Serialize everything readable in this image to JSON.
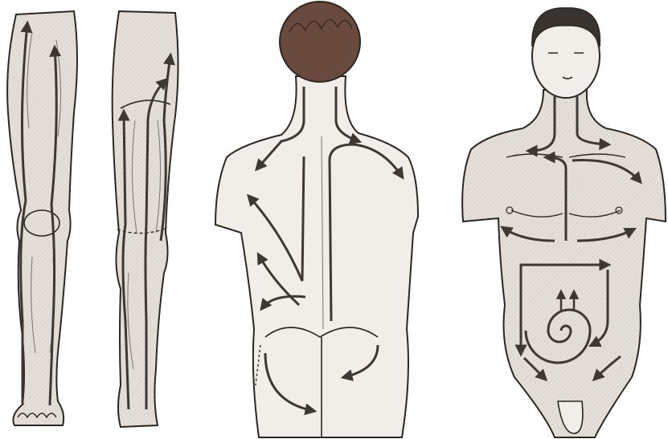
{
  "figure": {
    "panels": [
      {
        "id": "leg-front",
        "icon": "leg-front-figure"
      },
      {
        "id": "leg-back",
        "icon": "leg-back-figure"
      },
      {
        "id": "back",
        "icon": "torso-back-figure"
      },
      {
        "id": "front",
        "icon": "torso-front-figure"
      }
    ],
    "colors": {
      "outline": "#2b2622",
      "skin_fill": "#e4dfd8",
      "skin_fill_light": "#f1eee9",
      "hair_back": "#6a4a3e",
      "hair_front": "#3a3431",
      "arrow": "#3d3834",
      "background": "#ffffff"
    }
  }
}
